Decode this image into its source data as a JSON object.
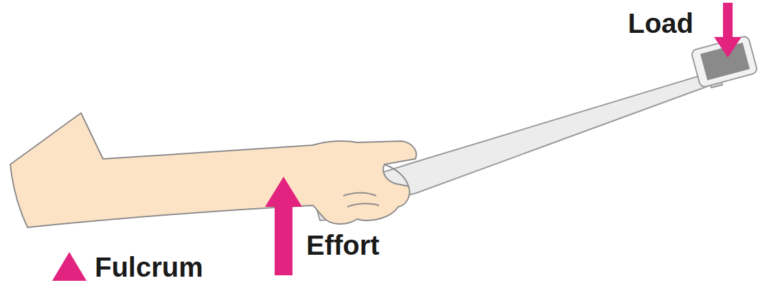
{
  "diagram": {
    "labels": [
      "Load",
      "Effort",
      "Fulcrum"
    ]
  }
}
